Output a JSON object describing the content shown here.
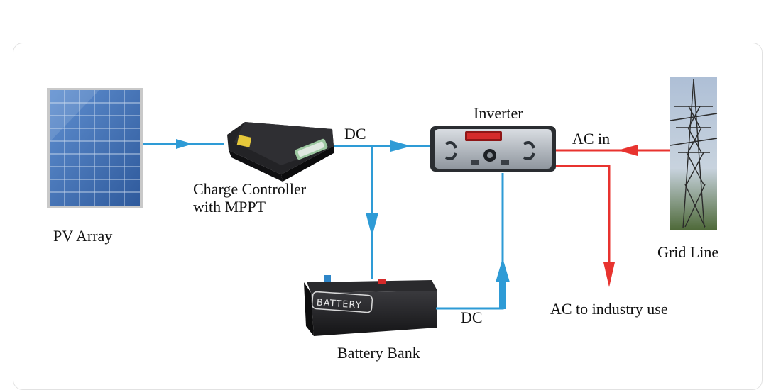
{
  "diagram": {
    "nodes": {
      "pv_array": {
        "label": "PV Array"
      },
      "charge_controller": {
        "label_line1": "Charge Controller",
        "label_line2": "with MPPT"
      },
      "inverter": {
        "label": "Inverter"
      },
      "grid_line": {
        "label": "Grid Line"
      },
      "battery_bank": {
        "label": "Battery Bank",
        "brand": "BATTERY"
      },
      "ac_industry": {
        "label": "AC to industry use"
      }
    },
    "edges": {
      "dc_controller_to_inverter": {
        "label": "DC"
      },
      "dc_battery_to_inverter": {
        "label": "DC"
      },
      "ac_in_grid_to_inverter": {
        "label": "AC in"
      }
    },
    "colors": {
      "dc_flow": "#2e9bd6",
      "ac_flow": "#e8332f",
      "panel_blue": "#3f6fb4",
      "device_dark": "#1f1f22"
    }
  }
}
